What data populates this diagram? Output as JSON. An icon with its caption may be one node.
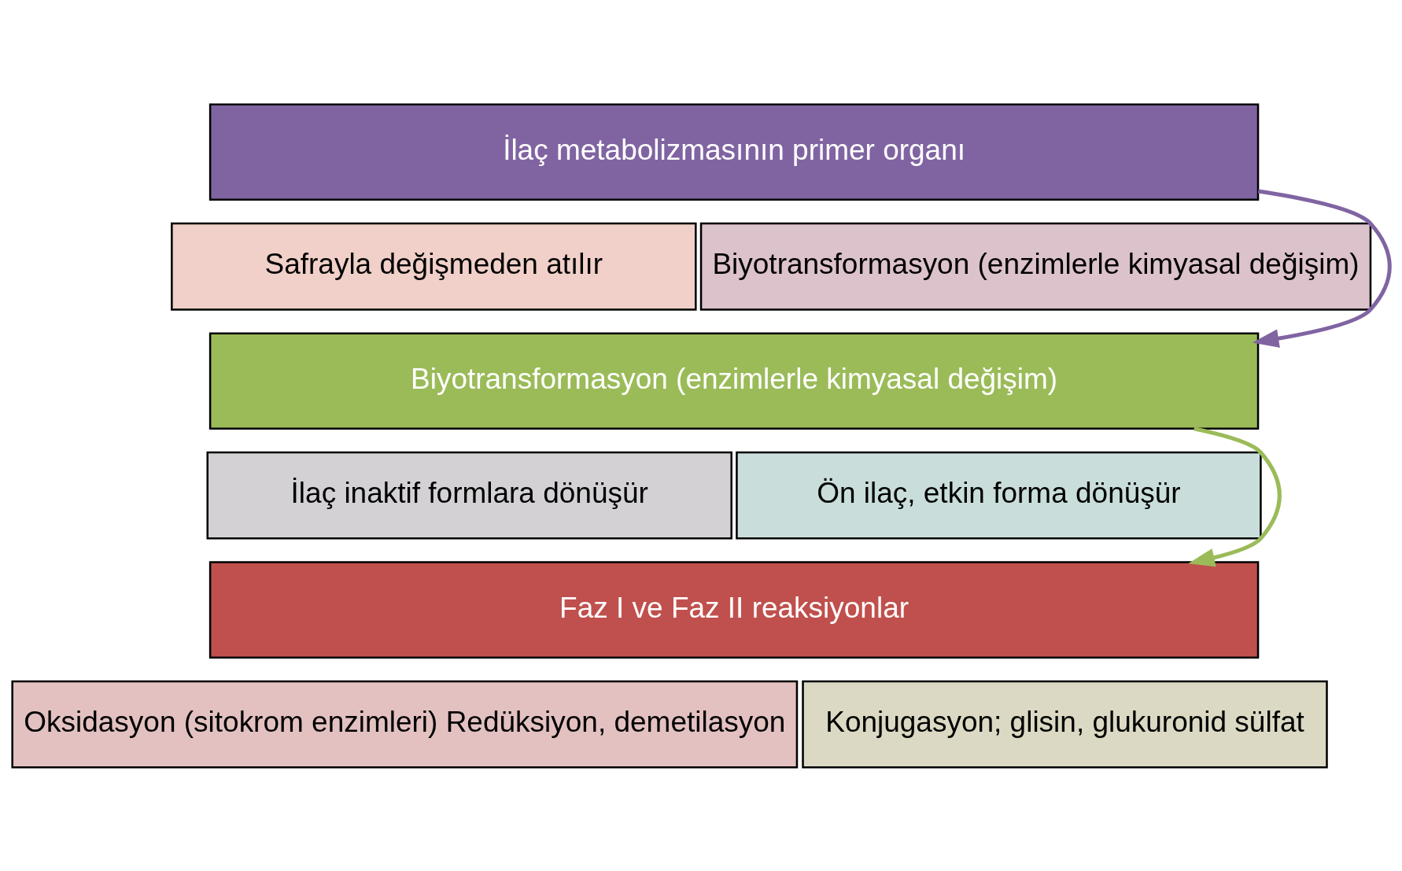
{
  "diagram": {
    "nodes": [
      {
        "text": [
          "İlaç metabolizmasının primer organı"
        ]
      },
      {
        "text": [
          "Safrayla değişmeden atılır"
        ]
      },
      {
        "text": [
          "Biyotransformasyon (enzimlerle kimyasal değişim)"
        ]
      },
      {
        "text": [
          "Biyotransformasyon (enzimlerle kimyasal değişim)"
        ]
      },
      {
        "text": [
          "İlaç inaktif formlara dönüşür"
        ]
      },
      {
        "text": [
          "Ön ilaç, etkin forma dönüşür"
        ]
      },
      {
        "text": [
          "Faz I ve Faz II reaksiyonlar"
        ]
      },
      {
        "text": [
          "Oksidasyon (sitokrom enzimleri) Redüksiyon, demetilasyon"
        ]
      },
      {
        "text": [
          "Konjugasyon; glisin, glukuronid sülfat"
        ]
      }
    ],
    "edges": [
      {
        "from": 0,
        "to": 3,
        "arrow": "to",
        "color": "#8064a2"
      },
      {
        "from": 3,
        "to": 6,
        "arrow": "to",
        "color": "#9bbb59"
      }
    ]
  }
}
